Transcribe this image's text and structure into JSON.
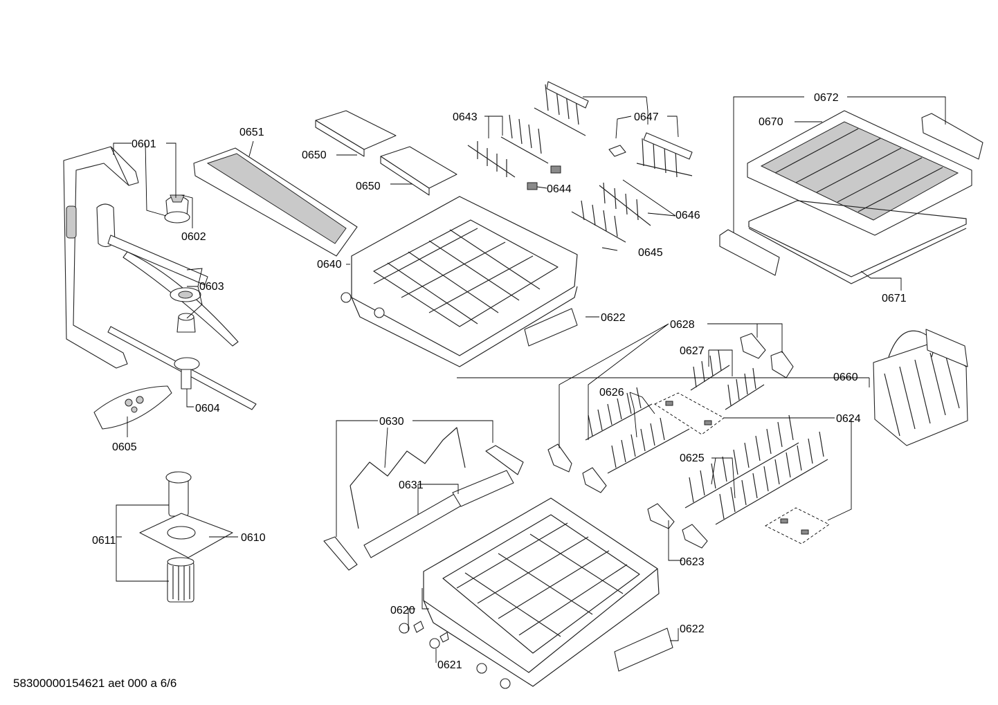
{
  "labels": {
    "p0601": "0601",
    "p0602": "0602",
    "p0603": "0603",
    "p0604": "0604",
    "p0605": "0605",
    "p0610": "0610",
    "p0611": "0611",
    "p0620": "0620",
    "p0621": "0621",
    "p0622a": "0622",
    "p0622b": "0622",
    "p0623": "0623",
    "p0624": "0624",
    "p0625": "0625",
    "p0626": "0626",
    "p0627": "0627",
    "p0628": "0628",
    "p0630": "0630",
    "p0631": "0631",
    "p0640": "0640",
    "p0643": "0643",
    "p0644": "0644",
    "p0645": "0645",
    "p0646": "0646",
    "p0647": "0647",
    "p0650a": "0650",
    "p0650b": "0650",
    "p0651": "0651",
    "p0660": "0660",
    "p0670": "0670",
    "p0671": "0671",
    "p0672": "0672"
  },
  "footer": "58300000154621 aet 000 a 6/6"
}
